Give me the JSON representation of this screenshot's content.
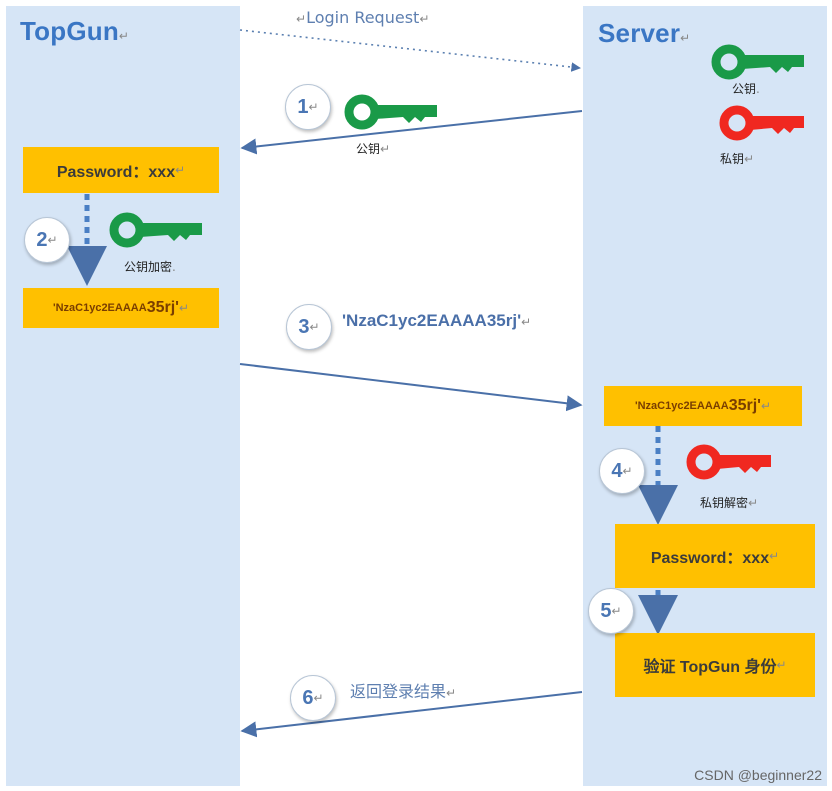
{
  "actors": {
    "client": "TopGun",
    "server": "Server"
  },
  "messages": {
    "login_request": "Login Request",
    "encrypted_value": "'NzaC1yc2EAAAA35rj'",
    "return_result": "返回登录结果"
  },
  "boxes": {
    "client_password": "Password：xxx",
    "client_cipher_small": "'NzaC1yc2EAAAA",
    "client_cipher_big": "35rj'",
    "server_cipher_small": "'NzaC1yc2EAAAA",
    "server_cipher_big": "35rj'",
    "server_password": "Password：xxx",
    "server_verify": "验证 TopGun 身份"
  },
  "labels": {
    "public_key_1": "公钥",
    "server_public_key": "公钥",
    "server_private_key": "私钥",
    "public_key_encrypt": "公钥加密",
    "private_key_decrypt": "私钥解密"
  },
  "steps": [
    "1",
    "2",
    "3",
    "4",
    "5",
    "6"
  ],
  "colors": {
    "public_key": "#1a9a48",
    "private_key": "#f02820",
    "box": "#ffc000",
    "lane": "#d6e5f6",
    "arrow": "#4a70a8"
  },
  "icons": {
    "public_key": "key-icon",
    "private_key": "key-icon"
  },
  "watermark": "CSDN @beginner22"
}
